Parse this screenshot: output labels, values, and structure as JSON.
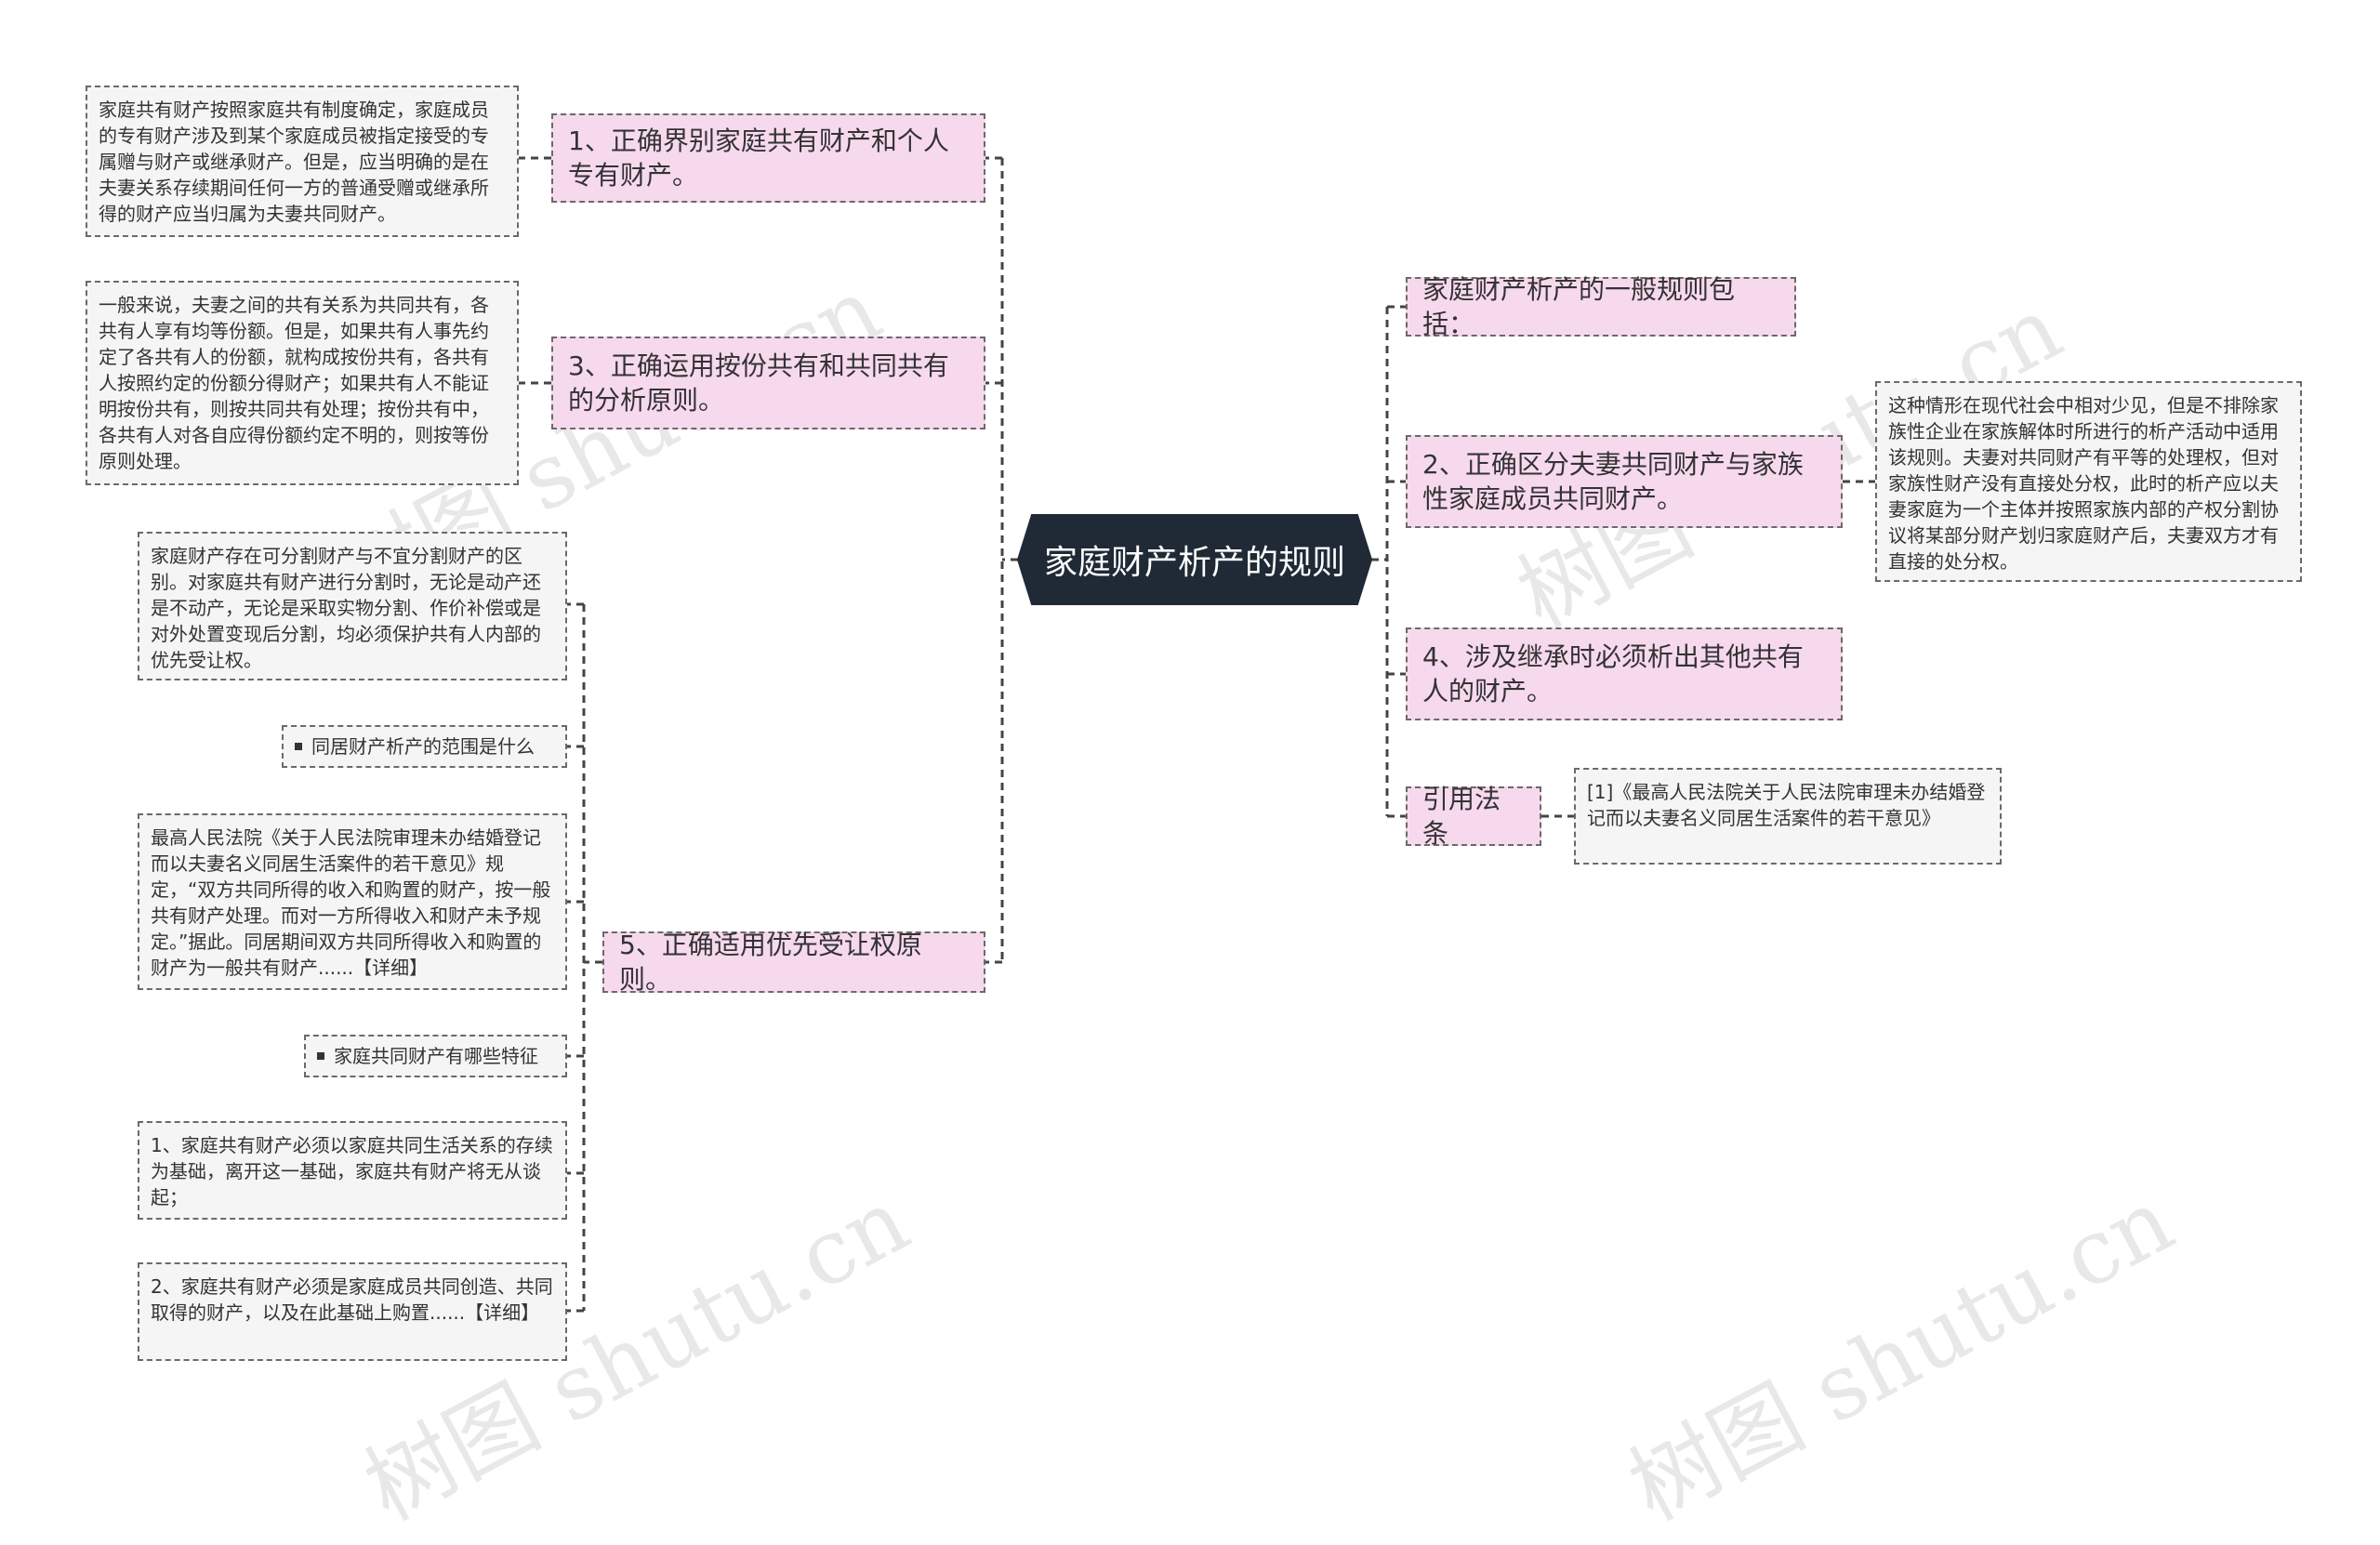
{
  "root": {
    "label": "家庭财产析产的规则"
  },
  "left_branches": [
    {
      "label": "1、正确界别家庭共有财产和个人专有财产。",
      "details": [
        "家庭共有财产按照家庭共有制度确定，家庭成员的专有财产涉及到某个家庭成员被指定接受的专属赠与财产或继承财产。但是，应当明确的是在夫妻关系存续期间任何一方的普通受赠或继承所得的财产应当归属为夫妻共同财产。"
      ]
    },
    {
      "label": "3、正确运用按份共有和共同共有的分析原则。",
      "details": [
        "一般来说，夫妻之间的共有关系为共同共有，各共有人享有均等份额。但是，如果共有人事先约定了各共有人的份额，就构成按份共有，各共有人按照约定的份额分得财产；如果共有人不能证明按份共有，则按共同共有处理；按份共有中，各共有人对各自应得份额约定不明的，则按等份原则处理。"
      ]
    },
    {
      "label": "5、正确适用优先受让权原则。",
      "details": [
        "家庭财产存在可分割财产与不宜分割财产的区别。对家庭共有财产进行分割时，无论是动产还是不动产，无论是采取实物分割、作价补偿或是对外处置变现后分割，均必须保护共有人内部的优先受让权。",
        "同居财产析产的范围是什么",
        "最高人民法院《关于人民法院审理未办结婚登记而以夫妻名义同居生活案件的若干意见》规定，“双方共同所得的收入和购置的财产，按一般共有财产处理。而对一方所得收入和财产未予规定。”据此。同居期间双方共同所得收入和购置的财产为一般共有财产......【详细】",
        "家庭共同财产有哪些特征",
        "1、家庭共有财产必须以家庭共同生活关系的存续为基础，离开这一基础，家庭共有财产将无从谈起；",
        "2、家庭共有财产必须是家庭成员共同创造、共同取得的财产，以及在此基础上购置......【详细】"
      ]
    }
  ],
  "right_branches": [
    {
      "label": "家庭财产析产的一般规则包括：",
      "details": []
    },
    {
      "label": "2、正确区分夫妻共同财产与家族性家庭成员共同财产。",
      "details": [
        "这种情形在现代社会中相对少见，但是不排除家族性企业在家族解体时所进行的析产活动中适用该规则。夫妻对共同财产有平等的处理权，但对家族性财产没有直接处分权，此时的析产应以夫妻家庭为一个主体并按照家族内部的产权分割协议将某部分财产划归家庭财产后，夫妻双方才有直接的处分权。"
      ]
    },
    {
      "label": "4、涉及继承时必须析出其他共有人的财产。",
      "details": []
    },
    {
      "label": "引用法条",
      "details": [
        "[1]《最高人民法院关于人民法院审理未办结婚登记而以夫妻名义同居生活案件的若干意见》"
      ]
    }
  ],
  "watermark": "树图 shutu.cn",
  "colors": {
    "root_fill": "#1f2a36",
    "branch_fill": "#f7d9ee",
    "leaf_fill": "#f5f5f5",
    "connector": "#444444"
  }
}
